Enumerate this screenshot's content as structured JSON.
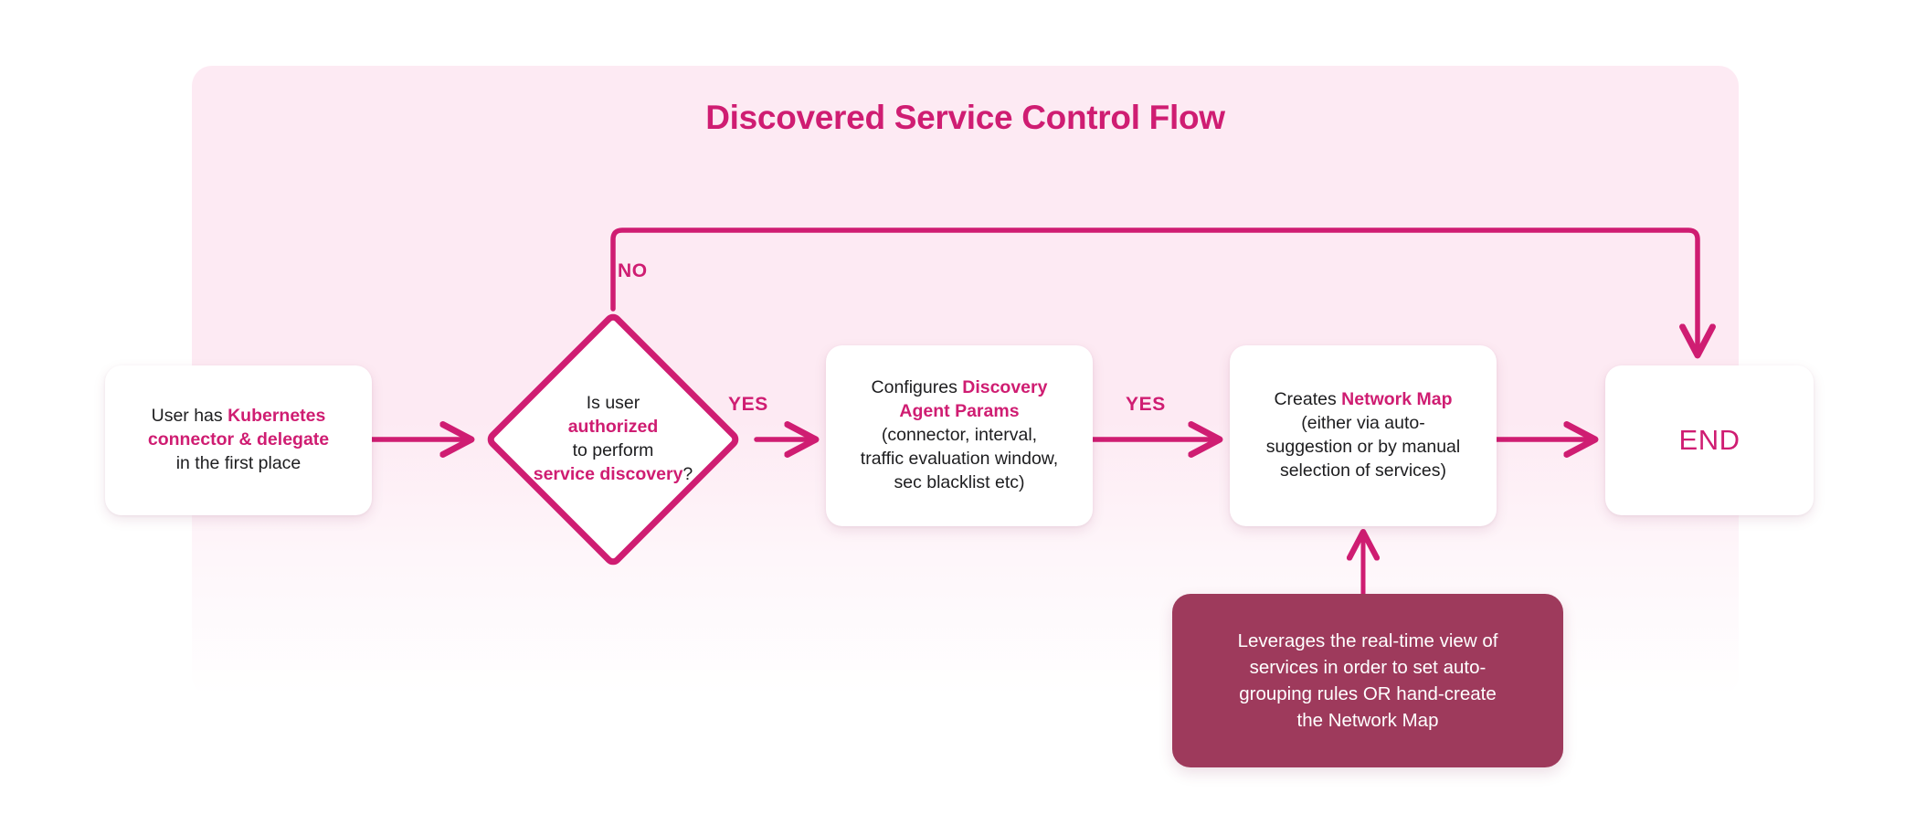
{
  "diagram": {
    "title": "Discovered Service Control Flow",
    "accent_color": "#cf1d72",
    "panel_color": "#fdeaf3",
    "note_color": "#9e3a5c",
    "text_color": "#1d1d1f"
  },
  "nodes": {
    "start": {
      "type": "process",
      "line1_plain": "User has ",
      "line1_highlight": "Kubernetes",
      "line2_highlight": "connector & delegate",
      "line3_plain": "in the first place"
    },
    "decision": {
      "type": "decision",
      "line1": "Is user",
      "line2_highlight": "authorized",
      "line3": "to perform",
      "line4_highlight": "service discovery",
      "line4_suffix": "?"
    },
    "configure": {
      "type": "process",
      "line1_plain": "Configures ",
      "line1_highlight": "Discovery",
      "line2_highlight": "Agent Params",
      "line3": "(connector, interval,",
      "line4": "traffic evaluation window,",
      "line5": "sec blacklist etc)"
    },
    "netmap": {
      "type": "process",
      "line1_plain": "Creates ",
      "line1_highlight": "Network Map",
      "line2": "(either via auto-",
      "line3": "suggestion or by manual",
      "line4": "selection of services)"
    },
    "end": {
      "type": "terminator",
      "label": "END"
    },
    "note": {
      "type": "annotation",
      "line1": "Leverages the real-time view of",
      "line2": "services in order to set auto-",
      "line3": "grouping rules OR hand-create",
      "line4": "the Network Map"
    }
  },
  "edges": {
    "start_to_decision": {
      "label": ""
    },
    "decision_no": {
      "label": "NO",
      "from": "decision",
      "to": "end"
    },
    "decision_yes": {
      "label": "YES",
      "from": "decision",
      "to": "configure"
    },
    "configure_to_netmap": {
      "label": "YES",
      "from": "configure",
      "to": "netmap"
    },
    "netmap_to_end": {
      "label": ""
    },
    "note_to_netmap": {
      "label": ""
    }
  }
}
